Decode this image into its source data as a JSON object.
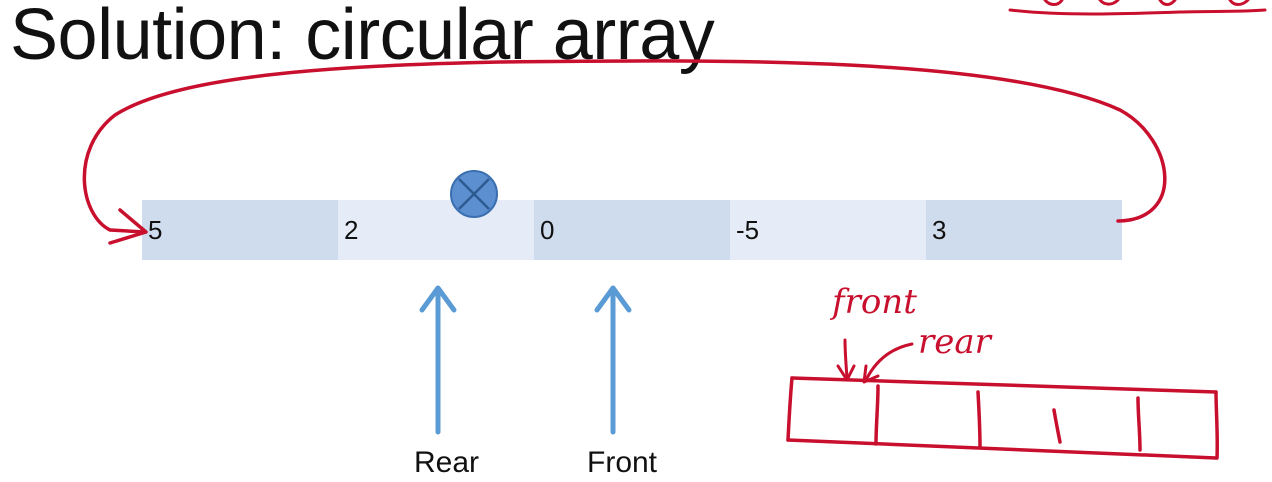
{
  "title": "Solution: circular array",
  "array": {
    "cells": [
      "5",
      "2",
      "0",
      "-5",
      "3"
    ]
  },
  "pointers": {
    "rear": "Rear",
    "front": "Front"
  },
  "annotations": {
    "front": "front",
    "rear": "rear"
  },
  "colors": {
    "cell_dark": "#cfdcee",
    "cell_light": "#e6ecf7",
    "pointer_arrow": "#5b9bd5",
    "removed_marker": "#4a7fc1",
    "ink": "#c8102e"
  },
  "icons": {
    "removed_marker": "circled-x-icon"
  }
}
